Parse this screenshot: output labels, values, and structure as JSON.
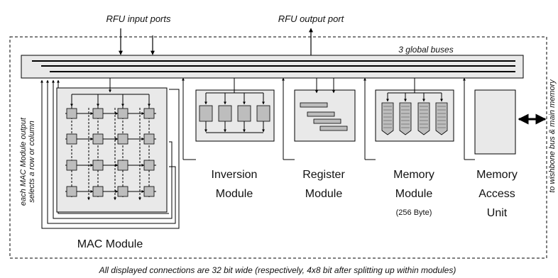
{
  "labels": {
    "input_ports": "RFU input ports",
    "output_port": "RFU output port",
    "global_buses": "3 global buses",
    "mac_note_line1": "each MAC Module output",
    "mac_note_line2": "selects a row or column",
    "wishbone": "to wishbone bus & main memory",
    "footer": "All displayed connections are 32 bit wide (respectively, 4x8 bit after splitting up within modules)"
  },
  "modules": {
    "mac": {
      "name": "MAC Module"
    },
    "inversion": {
      "name_line1": "Inversion",
      "name_line2": "Module"
    },
    "register": {
      "name_line1": "Register",
      "name_line2": "Module"
    },
    "memory": {
      "name_line1": "Memory",
      "name_line2": "Module",
      "size": "(256 Byte)"
    },
    "access": {
      "name_line1": "Memory",
      "name_line2": "Access",
      "name_line3": "Unit"
    }
  },
  "colors": {
    "block_fill": "#e9e9e9",
    "cell_fill": "#bdbdbd",
    "line": "#000000"
  }
}
